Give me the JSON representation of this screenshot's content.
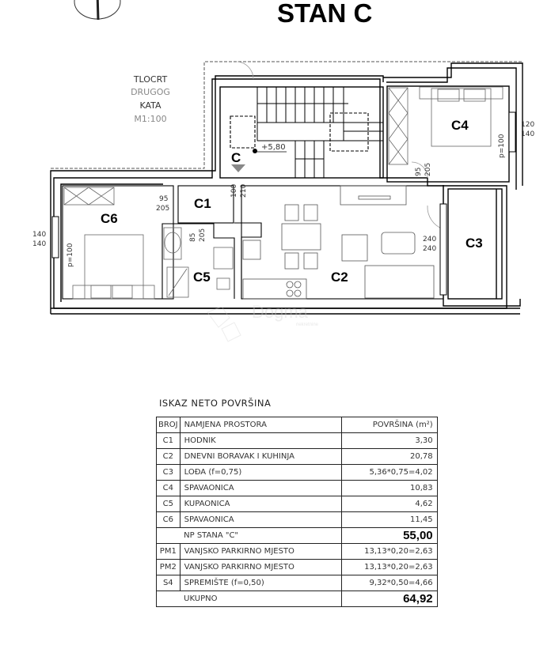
{
  "header": {
    "title": "STAN C"
  },
  "plan": {
    "caption": [
      "TLOCRT",
      "DRUGOG",
      "KATA",
      "M1:100"
    ],
    "level_mark": "+5,80",
    "section_label": "C",
    "rooms": [
      {
        "id": "C1"
      },
      {
        "id": "C2"
      },
      {
        "id": "C3"
      },
      {
        "id": "C4"
      },
      {
        "id": "C5"
      },
      {
        "id": "C6"
      }
    ],
    "dimensions": {
      "c4_window": [
        "120",
        "140"
      ],
      "c4_sill": "p=100",
      "c4_door": [
        "95",
        "205"
      ],
      "c6_window": [
        "140",
        "140"
      ],
      "c6_sill": "p=100",
      "c6_door": [
        "95",
        "205"
      ],
      "c1_entry_door": [
        "100",
        "210"
      ],
      "c5_door": [
        "85",
        "205"
      ],
      "c2_balcony_door": [
        "240",
        "240"
      ]
    },
    "watermark": {
      "name": "Dogma",
      "tagline": "nekretnine"
    }
  },
  "area_table": {
    "title": "ISKAZ NETO POVRŠINA",
    "headers": {
      "num": "BROJ",
      "name": "NAMJENA PROSTORA",
      "value": "POVRŠINA (m²)"
    },
    "rows": [
      {
        "num": "C1",
        "name": "HODNIK",
        "value": "3,30"
      },
      {
        "num": "C2",
        "name": "DNEVNI BORAVAK I KUHINJA",
        "value": "20,78"
      },
      {
        "num": "C3",
        "name": "LOĐA (f=0,75)",
        "value": "5,36*0,75=4,02"
      },
      {
        "num": "C4",
        "name": "SPAVAONICA",
        "value": "10,83"
      },
      {
        "num": "C5",
        "name": "KUPAONICA",
        "value": "4,62"
      },
      {
        "num": "C6",
        "name": "SPAVAONICA",
        "value": "11,45"
      }
    ],
    "subtotal": {
      "name": "NP STANA \"C\"",
      "value": "55,00"
    },
    "extra_rows": [
      {
        "num": "PM1",
        "name": "VANJSKO PARKIRNO MJESTO",
        "value": "13,13*0,20=2,63"
      },
      {
        "num": "PM2",
        "name": "VANJSKO PARKIRNO MJESTO",
        "value": "13,13*0,20=2,63"
      },
      {
        "num": "S4",
        "name": "SPREMIŠTE (f=0,50)",
        "value": "9,32*0,50=4,66"
      }
    ],
    "total": {
      "name": "UKUPNO",
      "value": "64,92"
    }
  }
}
